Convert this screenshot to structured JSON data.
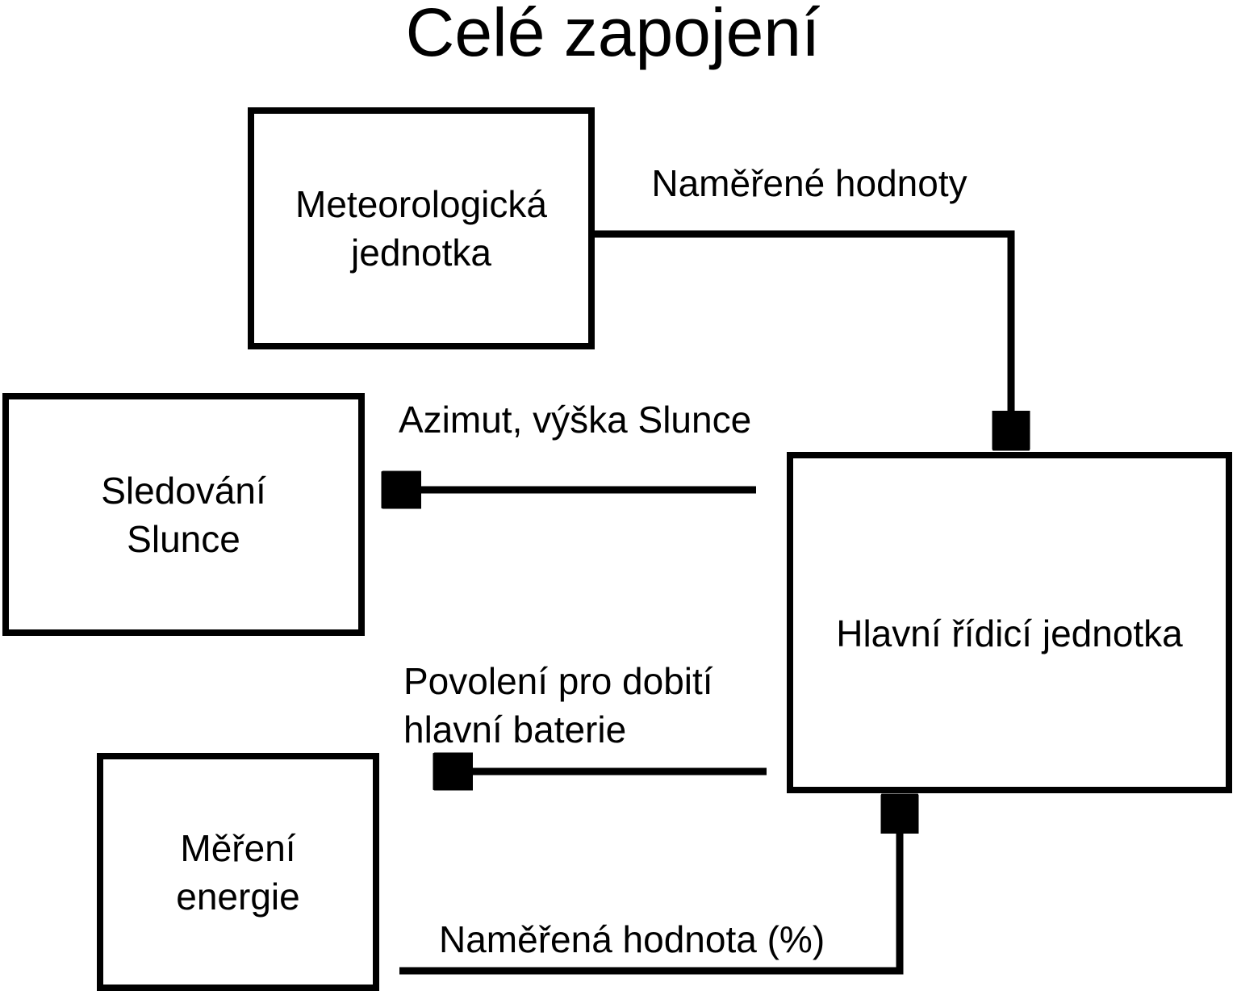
{
  "title": "Celé zapojení",
  "colors": {
    "stroke": "#000000",
    "text": "#000000",
    "background": "#ffffff"
  },
  "nodes": {
    "meteo_unit": {
      "lines": [
        "Meteorologická",
        "jednotka"
      ]
    },
    "sun_tracking": {
      "lines": [
        "Sledování",
        "Slunce"
      ]
    },
    "energy_measurement": {
      "lines": [
        "Měření",
        "energie"
      ]
    },
    "main_control_unit": {
      "lines": [
        "Hlavní řídicí jednotka"
      ]
    }
  },
  "edges": {
    "measured_values": {
      "label": "Naměřené hodnoty",
      "from": "meteo_unit",
      "to": "main_control_unit"
    },
    "sun_position": {
      "label": "Azimut, výška Slunce",
      "from": "main_control_unit",
      "to": "sun_tracking"
    },
    "charge_permission": {
      "lines": [
        "Povolení pro dobití",
        "hlavní baterie"
      ],
      "from": "main_control_unit"
    },
    "measured_percent": {
      "label": "Naměřená hodnota (%)",
      "from": "energy_measurement",
      "to": "main_control_unit"
    }
  }
}
